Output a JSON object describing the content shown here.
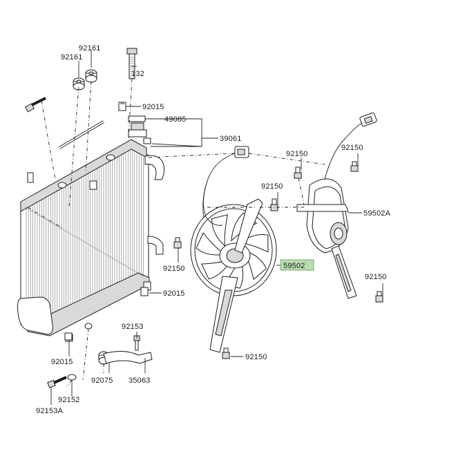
{
  "diagram": {
    "labels": {
      "l92161a": "92161",
      "l92161b": "92161",
      "l132": "132",
      "l92015a": "92015",
      "l49085": "49085",
      "l39061": "39061",
      "l92150a": "92150",
      "l92150b": "92150",
      "l92150c": "92150",
      "l59502A": "59502A",
      "l92150d": "92150",
      "l59502": "59502",
      "l92150e": "92150",
      "l92015b": "92015",
      "l92150f": "92150",
      "l92153": "92153",
      "l92015c": "92015",
      "l92075": "92075",
      "l35063": "35063",
      "l92152": "92152",
      "l92153A": "92153A"
    },
    "highlight_color": "#b9ddb0"
  }
}
